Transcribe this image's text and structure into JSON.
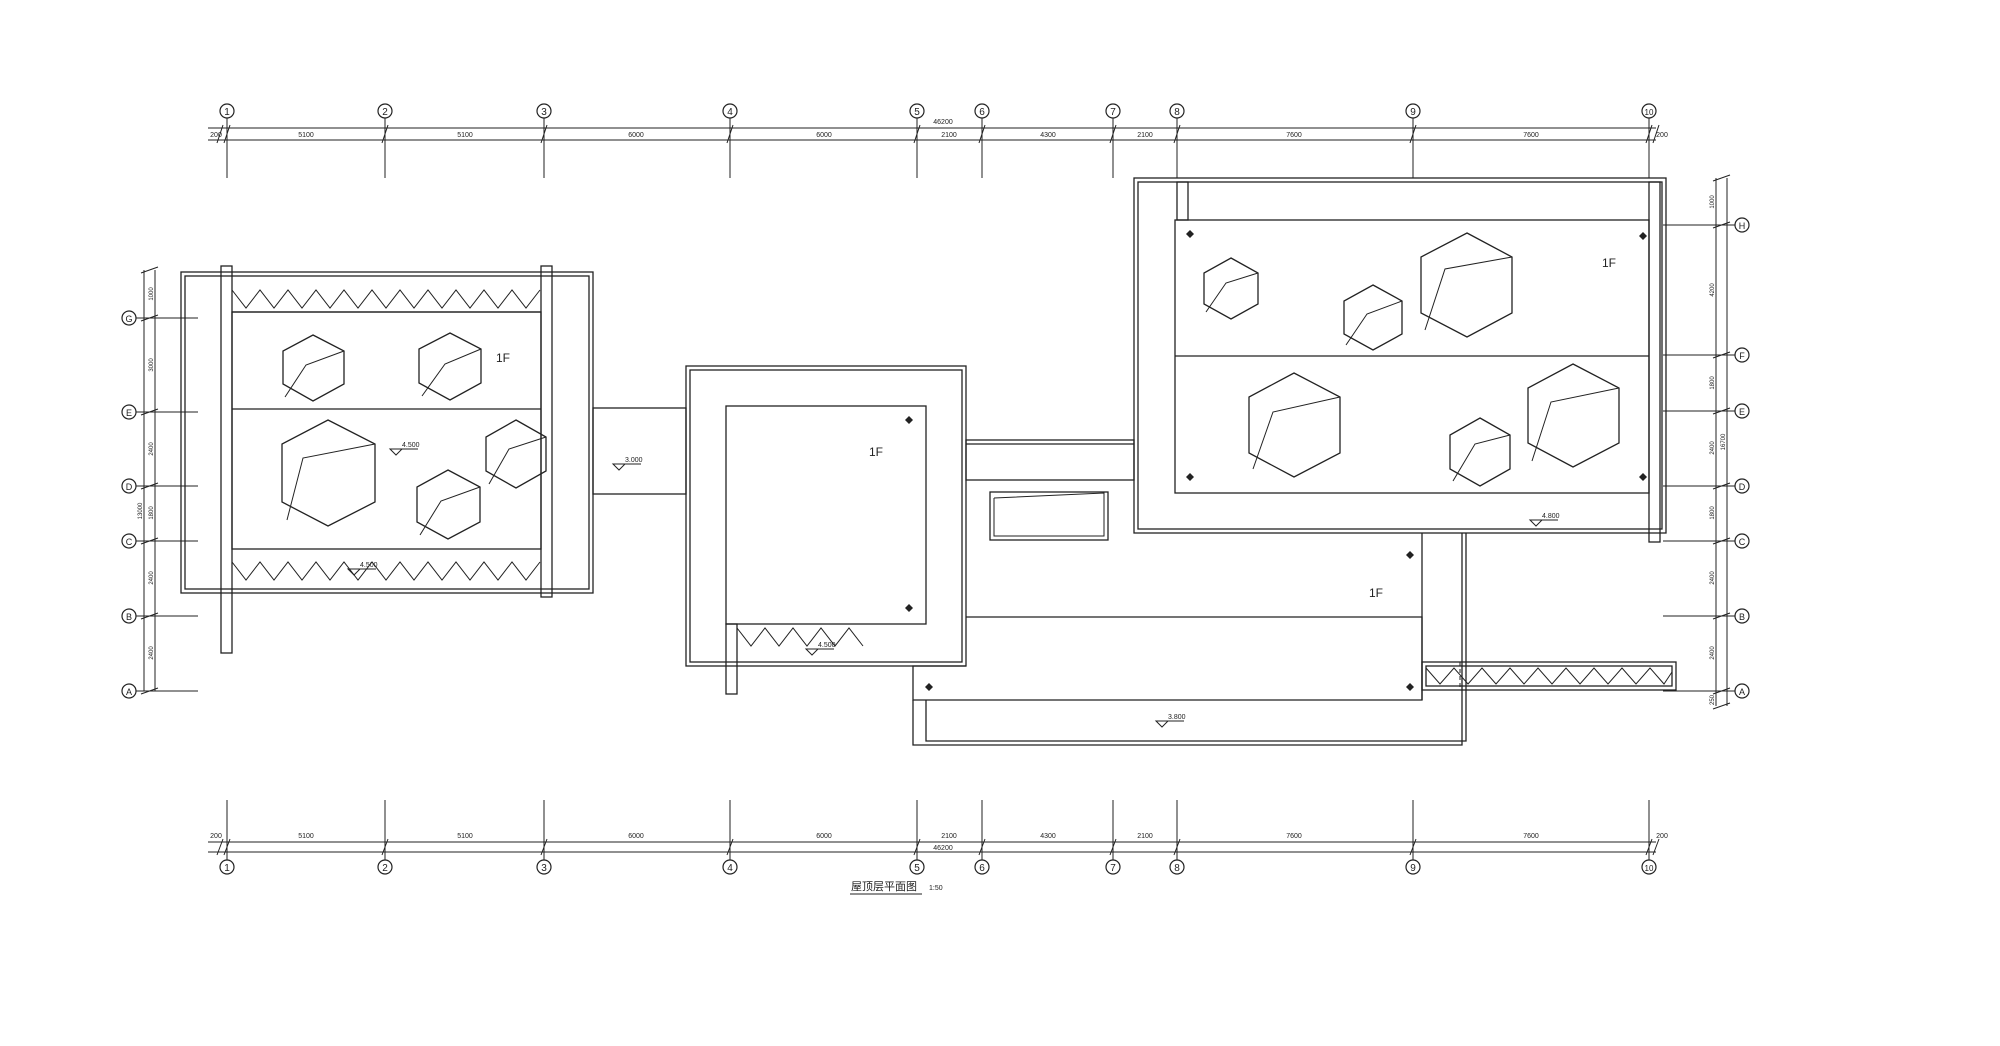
{
  "title": {
    "main": "屋顶层平面图",
    "scale": "1:50"
  },
  "overall_dimension": "46200",
  "axes_v": [
    "1",
    "2",
    "3",
    "4",
    "5",
    "6",
    "7",
    "8",
    "9",
    "10"
  ],
  "axes_h": [
    "A",
    "B",
    "C",
    "D",
    "E",
    "F",
    "G",
    "H"
  ],
  "dims_x": [
    "200",
    "5100",
    "5100",
    "6000",
    "6000",
    "2100",
    "4300",
    "2100",
    "7600",
    "7600",
    "200"
  ],
  "dims_left": [
    "1000",
    "3000",
    "2400",
    "1800",
    "2400",
    "2400"
  ],
  "dim_left_total": "13000",
  "dims_right": [
    "1000",
    "4200",
    "1800",
    "2400",
    "1800",
    "2400",
    "2400",
    "250"
  ],
  "dim_right_total": "16700",
  "floor_label": "1F",
  "levels": {
    "left_upper": "4.500",
    "left_lower": "4.500",
    "link_left": "3.000",
    "center": "4.500",
    "right_main": "4.800",
    "bottom": "3.800"
  }
}
